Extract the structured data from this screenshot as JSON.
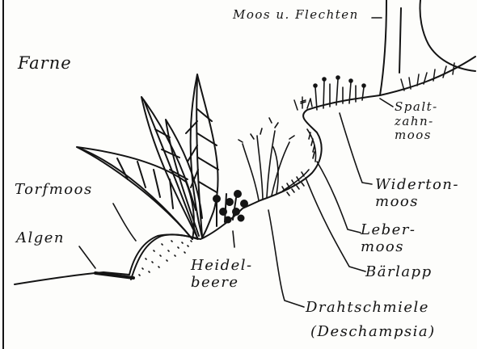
{
  "labels": {
    "moos_flechten": "Moos u. Flechten",
    "farne": "Farne",
    "spaltzahnmoos": "Spalt-\nzahn-\nmoos",
    "widertonmoos": "Widerton-\nmoos",
    "lebermoos": "Leber-\nmoos",
    "baerlapp": "Bärlapp",
    "torfmoos": "Torfmoos",
    "algen": "Algen",
    "heidelbeere": "Heidel-\nbeere",
    "drahtschmiele": "Drahtschmiele",
    "deschampsia": "(Deschampsia)"
  },
  "colors": {
    "ink": "#141414",
    "paper": "#fdfdfb"
  }
}
